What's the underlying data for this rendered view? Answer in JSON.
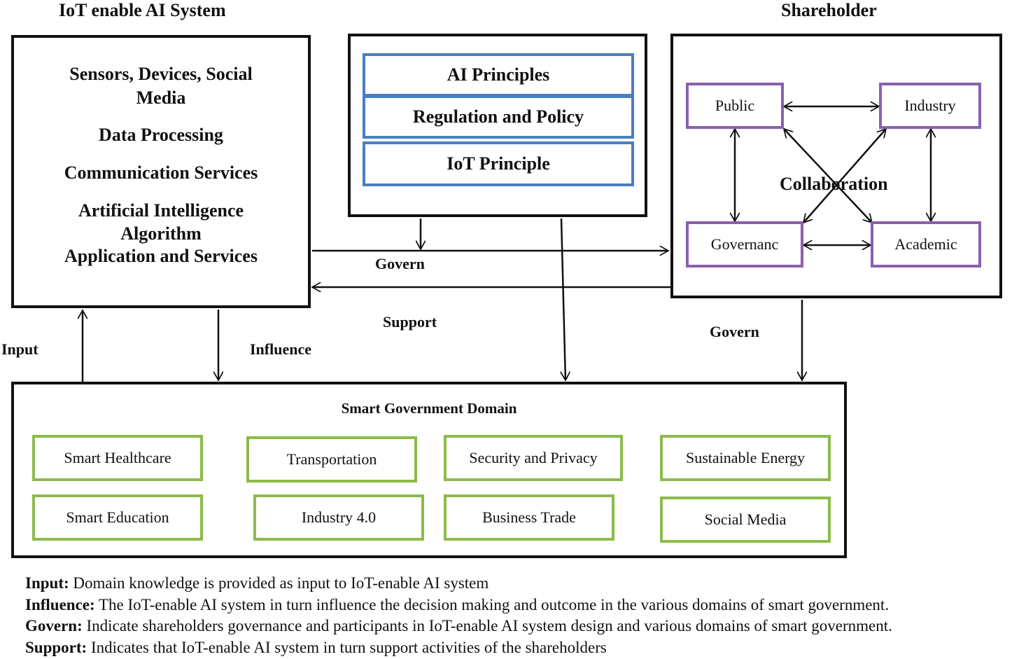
{
  "headings": {
    "iot_system": "IoT enable AI System",
    "shareholder": "Shareholder"
  },
  "iot_box": {
    "line1": "Sensors, Devices, Social",
    "line2": "Media",
    "line3": "Data Processing",
    "line4": "Communication Services",
    "line5": "Artificial Intelligence",
    "line6": "Algorithm",
    "line7": "Application and Services"
  },
  "principles": [
    "AI Principles",
    "Regulation and Policy",
    "IoT Principle"
  ],
  "shareholders": {
    "public": "Public",
    "industry": "Industry",
    "governance": "Governanc",
    "academic": "Academic",
    "collaboration": "Collaboration"
  },
  "flow_labels": {
    "govern_top": "Govern",
    "support": "Support",
    "input": "Input",
    "influence": "Influence",
    "govern_right": "Govern"
  },
  "domain": {
    "title": "Smart Government Domain",
    "items": [
      "Smart Healthcare",
      "Transportation",
      "Security and Privacy",
      "Sustainable Energy",
      "Smart Education",
      "Industry 4.0",
      "Business Trade",
      "Social Media"
    ]
  },
  "legend": [
    {
      "term": "Input:",
      "text": " Domain knowledge is provided as input to IoT-enable AI system"
    },
    {
      "term": "Influence:",
      "text": " The IoT-enable AI system in turn influence the decision making and outcome in the various domains of smart government."
    },
    {
      "term": "Govern:",
      "text": " Indicate shareholders governance and participants in IoT-enable AI system design and various domains of smart government."
    },
    {
      "term": "Support:",
      "text": " Indicates that IoT-enable AI system in turn support activities of the shareholders"
    }
  ]
}
